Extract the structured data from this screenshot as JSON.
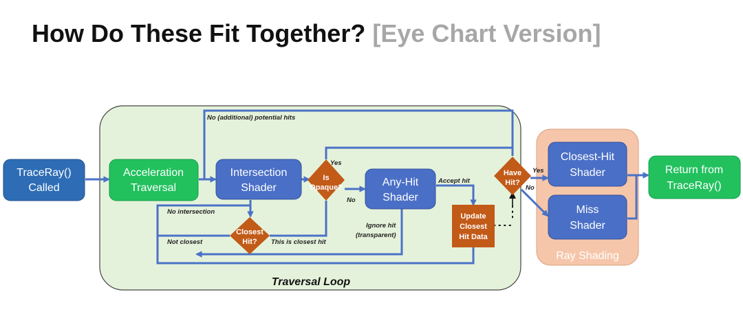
{
  "title": {
    "main": "How Do These Fit Together?",
    "sub": "[Eye Chart Version]"
  },
  "colors": {
    "blue_box": "#2e6db5",
    "green_box": "#22c15e",
    "slate_box": "#4a6fc6",
    "orange": "#c25a18",
    "loop_fill": "#e5f2db",
    "shading_fill": "#f6c6aa",
    "arrow": "#4a72c6"
  },
  "nodes": {
    "trace_ray": [
      "TraceRay()",
      "Called"
    ],
    "accel": [
      "Acceleration",
      "Traversal"
    ],
    "intersection": [
      "Intersection",
      "Shader"
    ],
    "any_hit": [
      "Any-Hit",
      "Shader"
    ],
    "closest_hit_shader": [
      "Closest-Hit",
      "Shader"
    ],
    "miss": [
      "Miss",
      "Shader"
    ],
    "return": [
      "Return from",
      "TraceRay()"
    ],
    "update": [
      "Update",
      "Closest",
      "Hit Data"
    ],
    "is_opaque": [
      "Is",
      "Opaque?"
    ],
    "closest_hit_decision": [
      "Closest",
      "Hit?"
    ],
    "have_hit": [
      "Have",
      "Hit?"
    ]
  },
  "groups": {
    "traversal_loop": "Traversal Loop",
    "ray_shading": "Ray Shading"
  },
  "edge_labels": {
    "no_potential_hits": "No (additional) potential hits",
    "no_intersection": "No intersection",
    "not_closest": "Not closest",
    "this_is_closest": "This is closest hit",
    "yes_opaque": "Yes",
    "no_opaque": "No",
    "accept_hit": "Accept hit",
    "ignore_hit": [
      "Ignore hit",
      "(transparent)"
    ],
    "yes_have_hit": "Yes",
    "no_have_hit": "No"
  }
}
